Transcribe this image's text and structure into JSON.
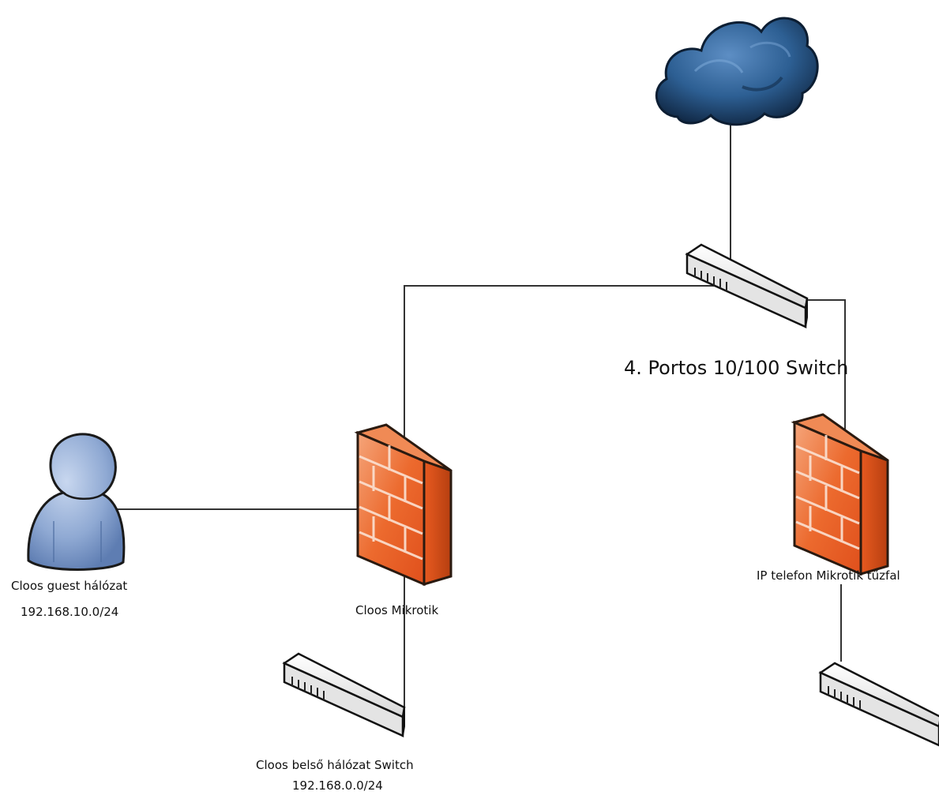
{
  "title_fragment": "",
  "nodes": {
    "internet_cloud": {
      "icon": "cloud-icon",
      "label": ""
    },
    "main_switch": {
      "icon": "switch-icon",
      "label": "4. Portos 10/100 Switch"
    },
    "cloos_mikrotik": {
      "icon": "firewall-icon",
      "label": "Cloos Mikrotik"
    },
    "ip_phone_firewall": {
      "icon": "firewall-icon",
      "label": "IP telefon Mikrotik tűzfal"
    },
    "guest_user": {
      "icon": "user-icon",
      "label": "Cloos guest hálózat",
      "subnet": "192.168.10.0/24"
    },
    "internal_switch": {
      "icon": "switch-icon",
      "label": "Cloos belső hálózat Switch",
      "subnet": "192.168.0.0/24"
    },
    "ip_phone_switch": {
      "icon": "switch-icon",
      "label": ""
    }
  },
  "colors": {
    "line": "#333333",
    "cloud": "#2a5b8a",
    "firewall": "#e8642c",
    "user": "#8fa9d3",
    "switch": "#e8e8e8"
  }
}
